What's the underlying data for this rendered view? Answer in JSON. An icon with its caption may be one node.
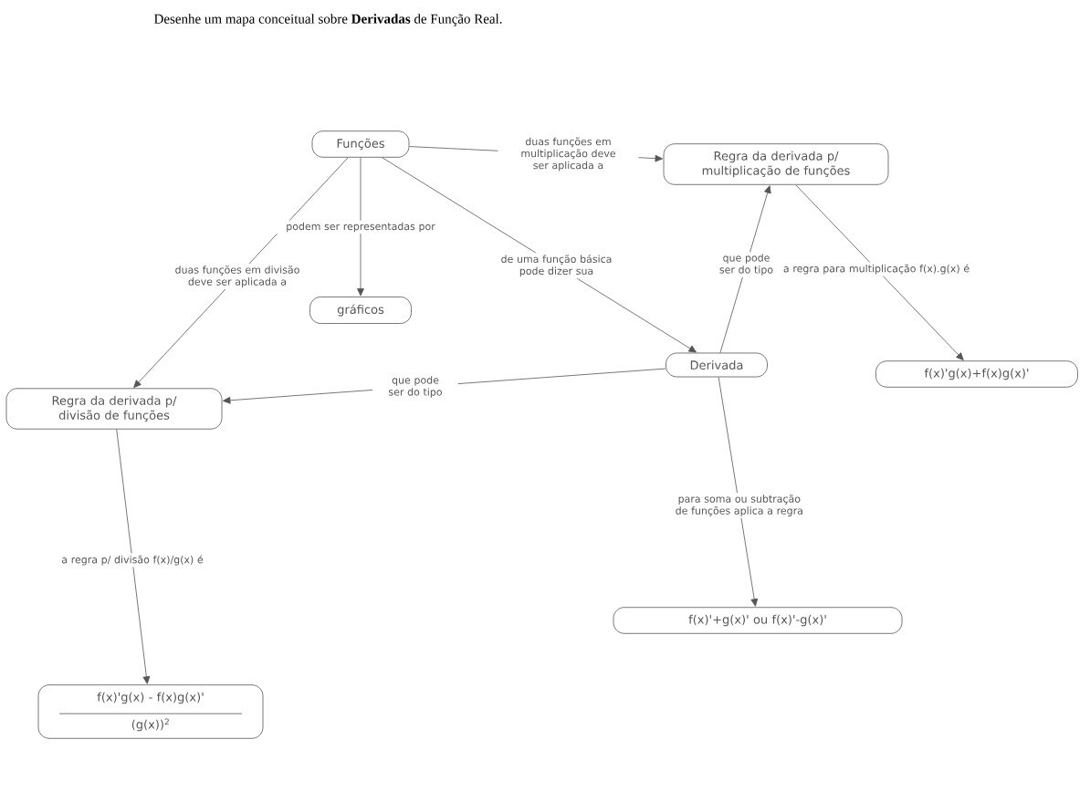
{
  "diagram": {
    "title": "Desenhe um mapa conceitual sobre **Derivadas** de Função Real.",
    "nodes": [
      {
        "text": [
          "Funções"
        ]
      },
      {
        "text": [
          "gráficos"
        ]
      },
      {
        "text": [
          "Regra da derivada p/ multiplicação de funções"
        ]
      },
      {
        "text": [
          "Derivada"
        ]
      },
      {
        "text": [
          "f(x)'g(x)+f(x)g(x)'"
        ]
      },
      {
        "text": [
          "Regra da derivada p/ divisão de funções"
        ]
      },
      {
        "text": [
          "f(x)'+g(x)' ou f(x)'-g(x)'"
        ]
      },
      {
        "text": [
          "f(x)'g(x) - f(x)g(x)'",
          "(g(x))$^{2}$"
        ]
      }
    ],
    "edges": [
      {
        "from": 0,
        "to": 1,
        "arrow": "to",
        "label": "podem ser representadas por"
      },
      {
        "from": 0,
        "to": 2,
        "arrow": "to",
        "label": "duas funções em multiplicação deve ser aplicada a"
      },
      {
        "from": 0,
        "to": 3,
        "arrow": "to",
        "label": "de uma função básica pode dizer sua"
      },
      {
        "from": 0,
        "to": 5,
        "arrow": "to",
        "label": "duas funções em divisão deve ser aplicada a"
      },
      {
        "from": 3,
        "to": 2,
        "arrow": "to",
        "label": "que pode ser do tipo"
      },
      {
        "from": 3,
        "to": 5,
        "arrow": "to",
        "label": "que pode ser do tipo"
      },
      {
        "from": 2,
        "to": 4,
        "arrow": "to",
        "label": "a regra para multiplicação f(x).g(x) é"
      },
      {
        "from": 3,
        "to": 6,
        "arrow": "to",
        "label": "para soma ou subtração de funções aplica a regra"
      },
      {
        "from": 5,
        "to": 7,
        "arrow": "to",
        "label": "a regra p/ divisão f(x)/g(x) é"
      }
    ]
  }
}
